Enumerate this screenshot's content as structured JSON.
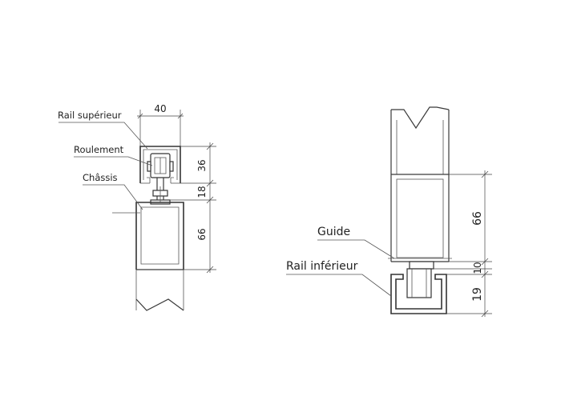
{
  "left_assembly": {
    "labels": {
      "rail_superieur": "Rail supérieur",
      "roulement": "Roulement",
      "chassis": "Châssis"
    },
    "dimensions": {
      "width": "40",
      "rail_height": "36",
      "gap": "18",
      "frame_height": "66"
    }
  },
  "right_assembly": {
    "labels": {
      "guide": "Guide",
      "rail_inferieur": "Rail inférieur"
    },
    "dimensions": {
      "frame_height": "66",
      "gap": "10",
      "rail_height": "19"
    }
  }
}
